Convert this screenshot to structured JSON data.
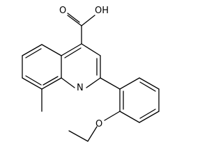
{
  "molecule": {
    "atom_labels": {
      "carboxyl_carbonyl_oxygen": "O",
      "carboxyl_hydroxyl": "OH",
      "ring_nitrogen": "N",
      "ether_oxygen": "O"
    },
    "colors": {
      "bonds": "#000000",
      "labels": "#000000",
      "background": "#ffffff"
    }
  }
}
